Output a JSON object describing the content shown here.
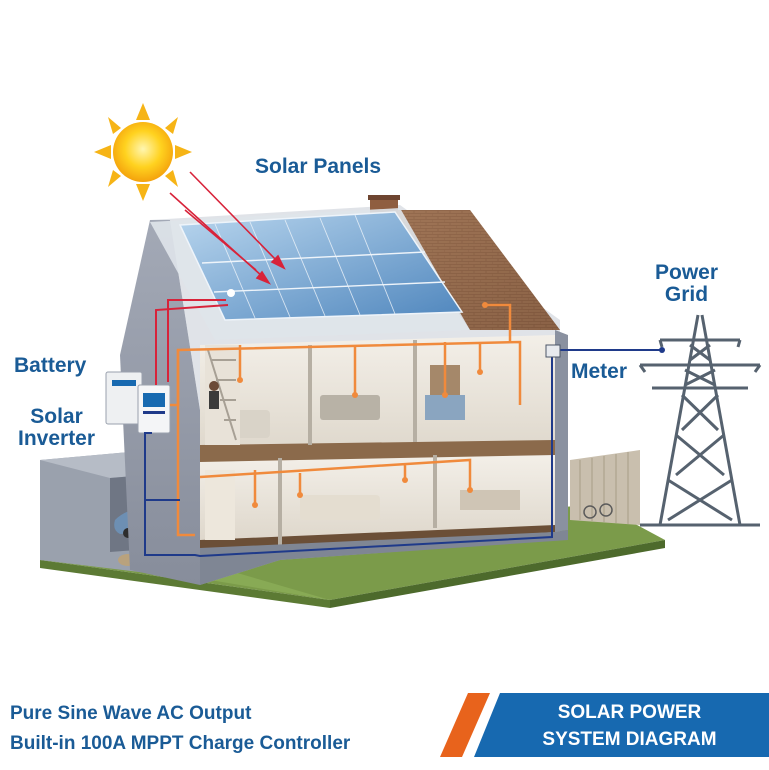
{
  "labels": {
    "solar_panels": "Solar Panels",
    "power_grid_line1": "Power",
    "power_grid_line2": "Grid",
    "meter": "Meter",
    "battery": "Battery",
    "solar_inverter_line1": "Solar",
    "solar_inverter_line2": "Inverter"
  },
  "features": [
    "Pure Sine Wave AC Output",
    "Built-in 100A MPPT Charge Controller"
  ],
  "banner": {
    "line1": "SOLAR POWER",
    "line2": "SYSTEM DIAGRAM"
  },
  "colors": {
    "label_blue": "#1a5b96",
    "banner_blue": "#1769b0",
    "accent_orange": "#e8631c",
    "dc_wire_red": "#d8233a",
    "ac_wire_orange": "#f08a3c",
    "grid_wire_blue": "#1f3a8a"
  }
}
